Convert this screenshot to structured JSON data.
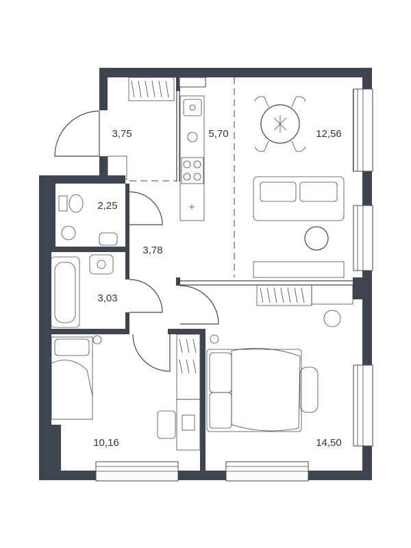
{
  "rooms": [
    {
      "id": "hall-entry",
      "area": "3,75"
    },
    {
      "id": "kitchen",
      "area": "5,70"
    },
    {
      "id": "living",
      "area": "12,56"
    },
    {
      "id": "toilet",
      "area": "2,25"
    },
    {
      "id": "corridor",
      "area": "3,78"
    },
    {
      "id": "bathroom",
      "area": "3,03"
    },
    {
      "id": "bedroom-small",
      "area": "10,16"
    },
    {
      "id": "bedroom-large",
      "area": "14,50"
    }
  ],
  "colors": {
    "wall": "#3e4450",
    "line": "#3e4450",
    "background": "#ffffff"
  }
}
